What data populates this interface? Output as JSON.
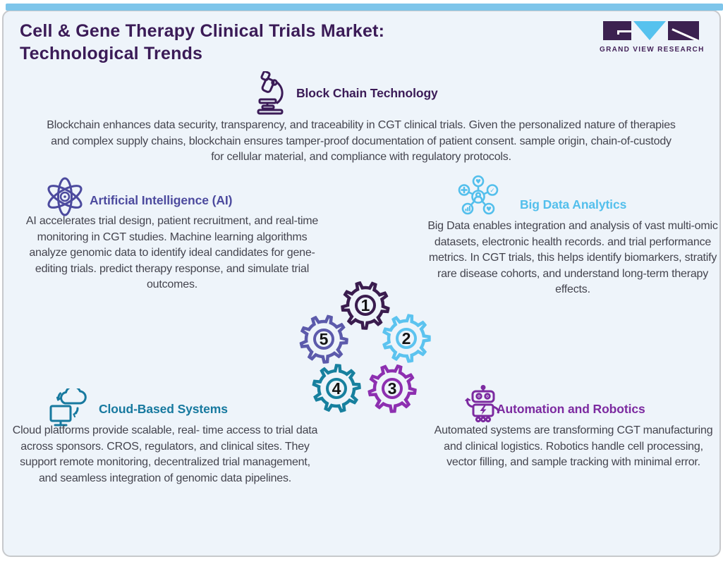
{
  "header": {
    "title_line1": "Cell & Gene Therapy Clinical Trials Market:",
    "title_line2": "Technological Trends",
    "title_color": "#3B1B57"
  },
  "logo": {
    "name": "Grand View Research",
    "text": "GRAND VIEW RESEARCH",
    "dark_color": "#3C2150",
    "accent_color": "#56C2EE"
  },
  "theme": {
    "card_background": "#EEF4FA",
    "top_bar_color": "#7EC5EA",
    "body_text_color": "#44444E"
  },
  "sections": {
    "blockchain": {
      "title": "Block Chain Technology",
      "color": "#3B1B57",
      "icon": "microscope-icon",
      "text": "Blockchain enhances data security, transparency, and traceability in CGT clinical trials. Given the personalized nature of therapies and complex supply chains, blockchain ensures tamper-proof documentation of patient consent. sample origin, chain-of-custody for cellular material, and compliance with regulatory protocols."
    },
    "ai": {
      "title": "Artificial Intelligence (AI)",
      "color": "#4C4A9E",
      "icon": "atom-icon",
      "text": "AI accelerates trial design, patient recruitment, and real-time monitoring in CGT studies. Machine learning algorithms analyze genomic data to identify ideal candidates for gene-editing trials. predict therapy response, and simulate trial outcomes."
    },
    "bigdata": {
      "title": "Big Data Analytics",
      "color": "#53BFEC",
      "icon": "network-nodes-icon",
      "text": "Big Data enables integration and analysis of vast multi-omic datasets, electronic health records. and trial performance metrics. In CGT trials, this helps identify biomarkers, stratify rare disease cohorts, and understand long-term therapy effects."
    },
    "cloud": {
      "title": "Cloud-Based Systems",
      "color": "#17799F",
      "icon": "cloud-computer-icon",
      "text": "Cloud platforms provide scalable, real- time access to trial data across sponsors. CROS, regulators, and clinical sites. They support remote monitoring, decentralized trial management, and seamless integration of genomic data pipelines."
    },
    "automation": {
      "title": "Automation and Robotics",
      "color": "#7C2AA0",
      "icon": "robot-icon",
      "text": "Automated systems are transforming CGT manufacturing and clinical logistics. Robotics handle cell processing, vector filling, and sample tracking with minimal error."
    }
  },
  "gears": {
    "items": [
      {
        "number": "1",
        "color": "#3A1C4E"
      },
      {
        "number": "2",
        "color": "#5CC3EF"
      },
      {
        "number": "3",
        "color": "#8D2FB0"
      },
      {
        "number": "4",
        "color": "#17809E"
      },
      {
        "number": "5",
        "color": "#5C5AAB"
      }
    ]
  }
}
